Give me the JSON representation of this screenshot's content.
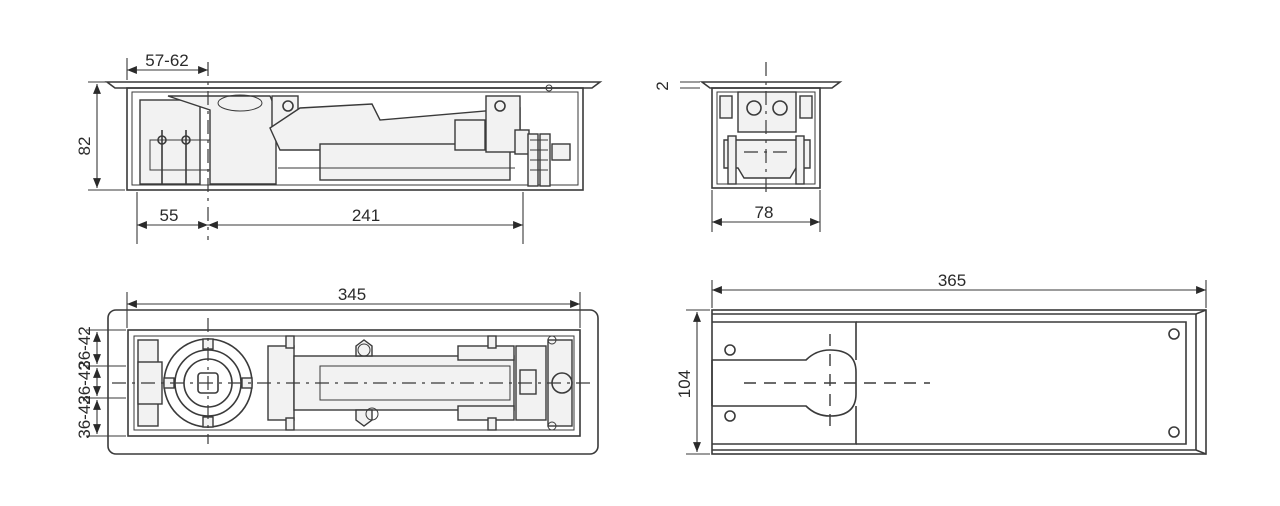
{
  "drawing": {
    "side_view": {
      "dim_offset": "57-62",
      "dim_height": "82",
      "dim_left": "55",
      "dim_right": "241"
    },
    "end_view": {
      "dim_plate": "2",
      "dim_width": "78"
    },
    "top_view": {
      "dim_length": "345",
      "dim_upper": "36-42",
      "dim_middle": "36-42",
      "dim_lower": "36-42"
    },
    "cover_view": {
      "dim_length": "365",
      "dim_height": "104"
    }
  }
}
